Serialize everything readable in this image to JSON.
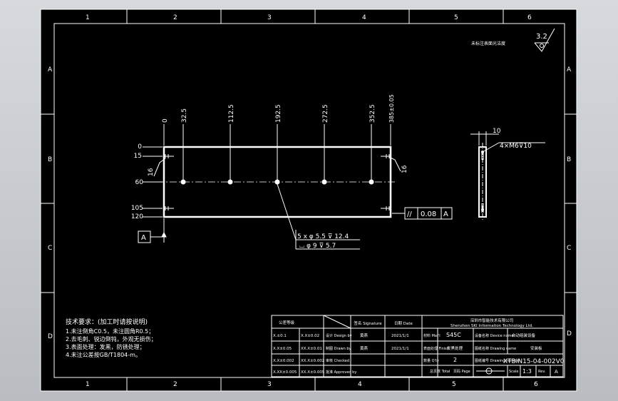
{
  "sheet": {
    "zone_numbers": [
      "1",
      "2",
      "3",
      "4",
      "5",
      "6"
    ],
    "zone_letters": [
      "A",
      "B",
      "C",
      "D"
    ],
    "roughness_default": "3.2",
    "note_top": "未标注表面光洁度"
  },
  "part": {
    "top_dims": [
      "0",
      "32.5",
      "112.5",
      "192.5",
      "272.5",
      "352.5",
      "385±0.05"
    ],
    "left_dims": [
      "0",
      "15",
      "60",
      "105",
      "120"
    ],
    "side_dims": [
      "16",
      "16"
    ],
    "hole_note_line1": "5 x φ 5.5 ⊽ 12.4",
    "hole_note_line2": "⌴ φ 9 ⊽ 5.7",
    "parallelism_symbol": "//",
    "parallelism_value": "0.08",
    "parallelism_datum": "A",
    "datum_label": "A",
    "side_width": "10",
    "side_thread": "4×M6⊽10"
  },
  "notes": {
    "title": "技术要求：(加工时请按说明)",
    "lines": [
      "1.未注倒角C0.5，未注圆角R0.5；",
      "2.去毛刺、锐边倒钝，外观无损伤；",
      "3.表面处理：发黑，防锈处理；",
      "4.未注公差按GB/T1804-m。"
    ]
  },
  "title_block": {
    "tol_header": "公差等级",
    "tol_rows": [
      [
        "X.±0.1",
        "X.X±0.02"
      ],
      [
        "X.X±0.05",
        "XX.X±0.01"
      ],
      [
        "X.X±0.002",
        "XX.X±0.002"
      ],
      [
        "X.XX±0.005",
        "XX.X±0.005"
      ]
    ],
    "sig_header": "签名\nSignature",
    "date_header": "日期\nDate",
    "roles": [
      "设计\nDesign by",
      "制图\nDrawn by",
      "审核\nChecked",
      "批准\nApproved by"
    ],
    "signers": [
      "黄燕",
      "黄燕",
      "",
      ""
    ],
    "dates": [
      "2021/1/1",
      "2021/1/1",
      "",
      ""
    ],
    "company_cn": "深圳市智能技术有限公司",
    "company_en": "Shenzhen SKI Information Technology Ltd.",
    "material_label": "材料\nMat'l",
    "material": "S45C",
    "device_name_label": "设备名称\nDevice name",
    "device_name": "自动组装设备",
    "finish_label": "表面处理\nFinish",
    "finish": "发黑处理",
    "drawing_name_label": "图纸名称\nDrawing name",
    "drawing_name": "安装板",
    "qty_label": "数量\nQ'ty",
    "qty": "2",
    "drawing_number_label": "图纸编号\nDrawing number",
    "drawing_number": "XTBIN15-04-002V0",
    "total_label": "总页数\nTotal",
    "page_label": "页码\nPage",
    "scale_label": "Scale",
    "scale": "1:3",
    "rev_label": "Rev.",
    "rev": "A"
  }
}
